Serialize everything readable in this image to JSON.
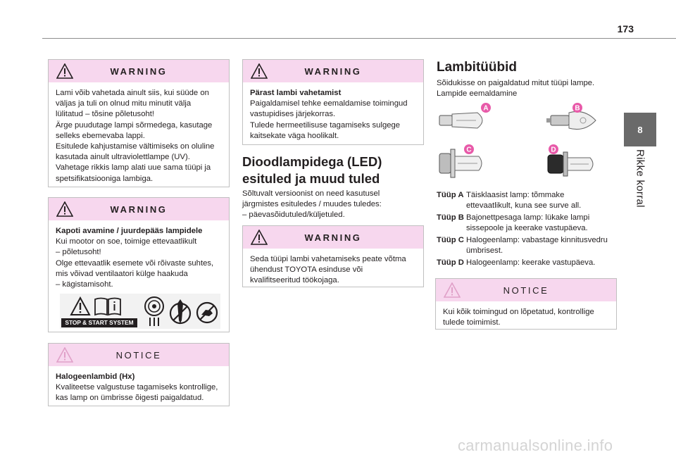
{
  "page_number": "173",
  "chapter": {
    "number": "8",
    "title": "Rikke korral"
  },
  "warning1": {
    "title": "WARNING",
    "lines": [
      "Lami võib vahetada ainult siis, kui süüde on",
      "väljas ja tuli on olnud mitu minutit välja",
      "lülitatud – tõsine põletusoht!",
      "Ärge puudutage lampi sõrmedega, kasutage",
      "selleks ebemevaba lappi.",
      "Esitulede kahjustamise vältimiseks on oluline",
      "kasutada ainult ultraviolettlampe (UV).",
      "Vahetage rikkis lamp alati uue sama tüüpi ja",
      "spetsifikatsiooniga lambiga."
    ]
  },
  "warning2": {
    "title": "WARNING",
    "subtitle": "Kapoti avamine / juurdepääs lampidele",
    "lines": [
      "Kui mootor on soe, toimige ettevaatlikult",
      "– põletusoht!",
      "Olge ettevaatlik esemete või rõivaste suhtes,",
      "mis võivad ventilaatori külge haakuda",
      "– kägistamisoht."
    ],
    "badge": "STOP & START SYSTEM"
  },
  "notice1": {
    "title": "NOTICE",
    "subtitle": "Halogeenlambid (Hx)",
    "lines": [
      "Kvaliteetse valgustuse tagamiseks kontrollige,",
      "kas lamp on ümbrisse õigesti paigaldatud."
    ]
  },
  "warning3": {
    "title": "WARNING",
    "subtitle": "Pärast lambi vahetamist",
    "lines": [
      "Paigaldamisel tehke eemaldamise toimingud",
      "vastupidises järjekorras.",
      "Tulede hermeetilisuse tagamiseks sulgege",
      "kaitsekate väga hoolikalt."
    ]
  },
  "led": {
    "heading_lines": [
      "Dioodlampidega (LED)",
      "esituled ja muud tuled"
    ],
    "lines": [
      "Sõltuvalt versioonist on need kasutusel",
      "järgmistes esituledes / muudes tuledes:",
      "–  päevasõidutuled/küljetuled."
    ]
  },
  "warning4": {
    "title": "WARNING",
    "lines": [
      "Seda tüüpi lambi vahetamiseks peate võtma",
      "ühendust TOYOTA esinduse või",
      "kvalifitseeritud töökojaga."
    ]
  },
  "lamps": {
    "heading": "Lambitüübid",
    "intro_lines": [
      "Sõidukisse on paigaldatud mitut tüüpi lampe.",
      "Lampide eemaldamine"
    ],
    "badges": [
      "A",
      "B",
      "C",
      "D"
    ],
    "badge_color": "#e85aa9",
    "types": [
      {
        "label": "Tüüp A",
        "desc": [
          "Täisklaasist lamp: tõmmake",
          "ettevaatlikult, kuna see surve all."
        ]
      },
      {
        "label": "Tüüp B",
        "desc": [
          "Bajonettpesaga lamp: lükake lampi",
          "sissepoole ja keerake vastupäeva."
        ]
      },
      {
        "label": "Tüüp C",
        "desc": [
          "Halogeenlamp: vabastage kinnitusvedru",
          "ümbrisest."
        ]
      },
      {
        "label": "Tüüp D",
        "desc": [
          "Halogeenlamp: keerake vastupäeva."
        ]
      }
    ]
  },
  "notice2": {
    "title": "NOTICE",
    "lines": [
      "Kui kõik toimingud on lõpetatud, kontrollige",
      "tulede toimimist."
    ]
  },
  "watermark": "carmanualsonline.info",
  "colors": {
    "box_header": "#f7d7ee",
    "tab": "#6a6a6a",
    "accent": "#e85aa9"
  }
}
